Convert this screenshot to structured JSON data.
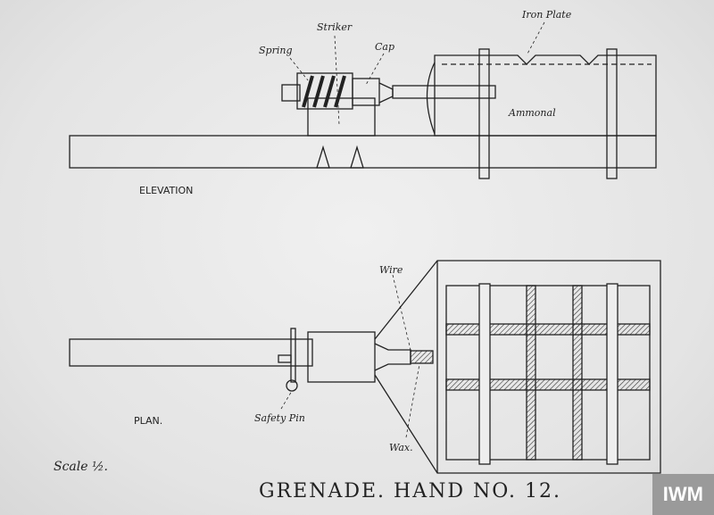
{
  "labels": {
    "striker": "Striker",
    "spring": "Spring",
    "cap": "Cap",
    "iron_plate": "Iron Plate",
    "ammonal": "Ammonal",
    "elevation": "ELEVATION",
    "wire": "Wire",
    "plan": "PLAN.",
    "safety_pin": "Safety Pin",
    "wax": "Wax.",
    "scale": "Scale ½.",
    "title": "GRENADE. HAND NO. 12."
  },
  "watermark": "IWM"
}
